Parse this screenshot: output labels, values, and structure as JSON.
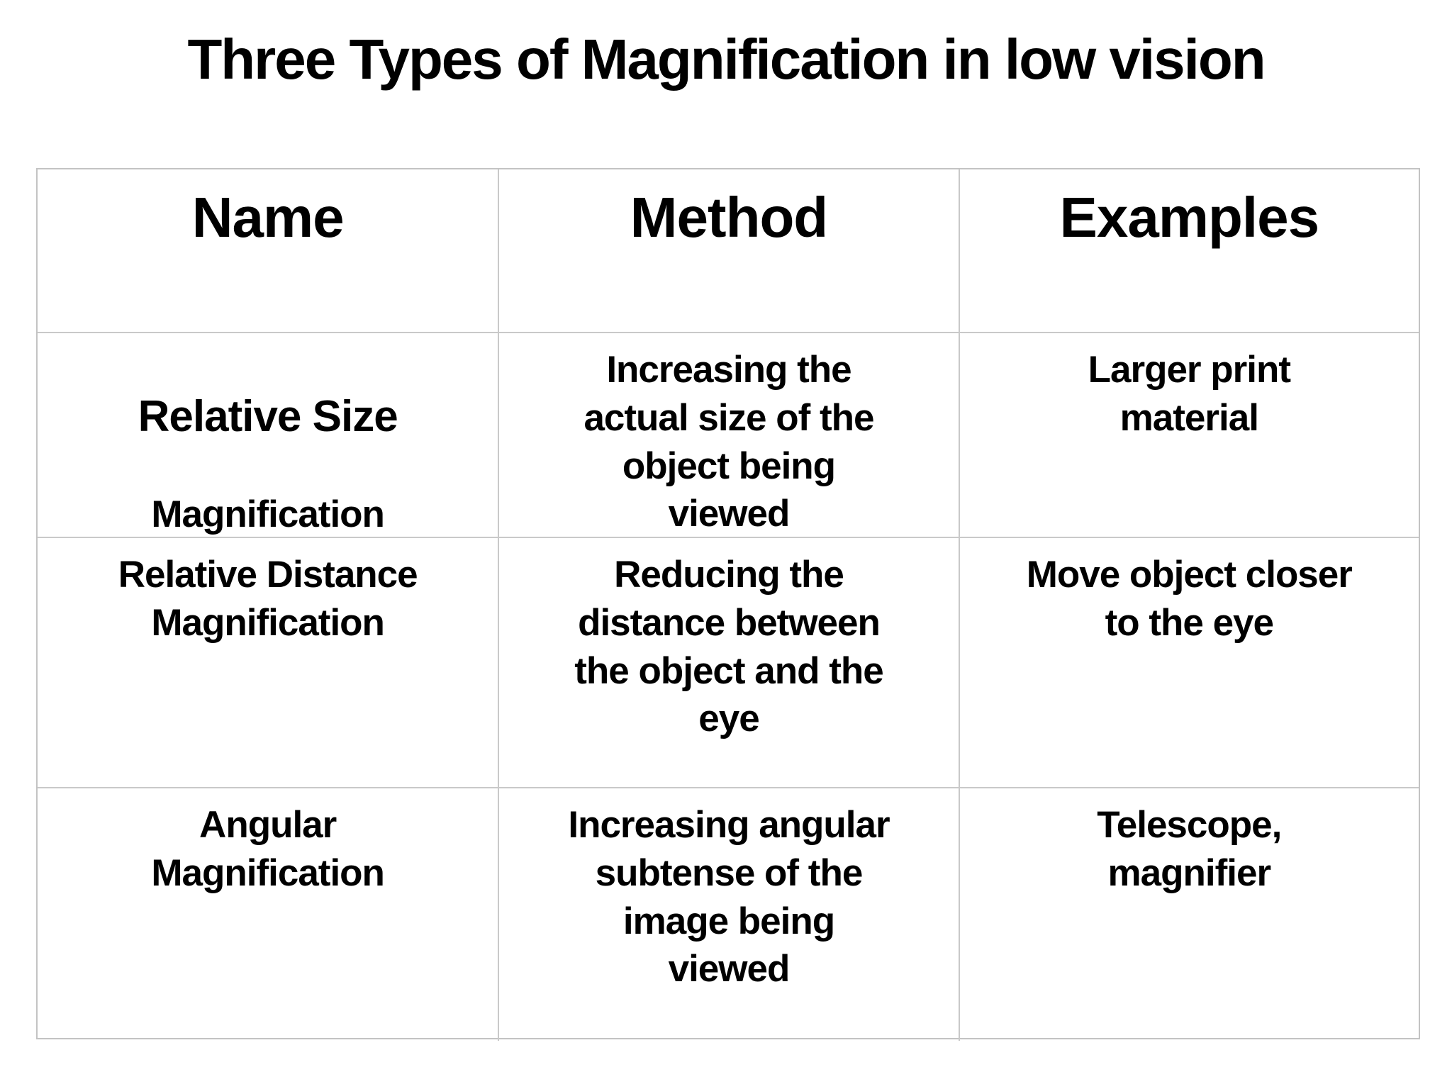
{
  "title": "Three Types of Magnification in low vision",
  "colors": {
    "background": "#ffffff",
    "text": "#000000",
    "table_border": "#c9c9c9"
  },
  "table": {
    "headers": [
      "Name",
      "Method",
      "Examples"
    ],
    "rows": [
      {
        "name_line1": "Relative Size",
        "name_line2": "Magnification",
        "method": "Increasing the\nactual size of the\nobject being\nviewed",
        "examples": "Larger print\nmaterial"
      },
      {
        "name": "Relative Distance\nMagnification",
        "method": "Reducing the\ndistance between\nthe object and the\neye",
        "examples": "Move object closer\nto the eye"
      },
      {
        "name": "Angular\nMagnification",
        "method": "Increasing angular\nsubtense of the\nimage being\nviewed",
        "examples": "Telescope,\nmagnifier"
      }
    ]
  }
}
